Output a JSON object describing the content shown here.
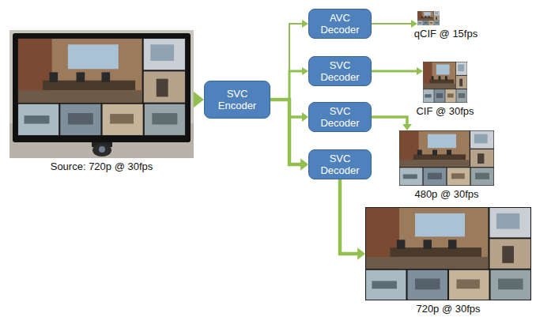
{
  "diagram": {
    "nodes": [
      {
        "text": [
          "Source: 720p @ 30fps"
        ]
      },
      {
        "text": [
          "SVC Encoder"
        ]
      },
      {
        "text": [
          "AVC Decoder"
        ]
      },
      {
        "text": [
          "SVC Decoder"
        ]
      },
      {
        "text": [
          "SVC Decoder"
        ]
      },
      {
        "text": [
          "SVC Decoder"
        ]
      },
      {
        "text": [
          "qCIF @ 15fps"
        ]
      },
      {
        "text": [
          "CIF @ 30fps"
        ]
      },
      {
        "text": [
          "480p @ 30fps"
        ]
      },
      {
        "text": [
          "720p @ 30fps"
        ]
      }
    ],
    "edges": [
      {
        "from": 0,
        "to": 1,
        "arrow": "to"
      },
      {
        "from": 1,
        "to": 2,
        "arrow": "to"
      },
      {
        "from": 1,
        "to": 3,
        "arrow": "to"
      },
      {
        "from": 1,
        "to": 4,
        "arrow": "to"
      },
      {
        "from": 1,
        "to": 5,
        "arrow": "to"
      },
      {
        "from": 2,
        "to": 6,
        "arrow": "to"
      },
      {
        "from": 3,
        "to": 7,
        "arrow": "to"
      },
      {
        "from": 4,
        "to": 8,
        "arrow": "to"
      },
      {
        "from": 5,
        "to": 9,
        "arrow": "to"
      }
    ]
  }
}
